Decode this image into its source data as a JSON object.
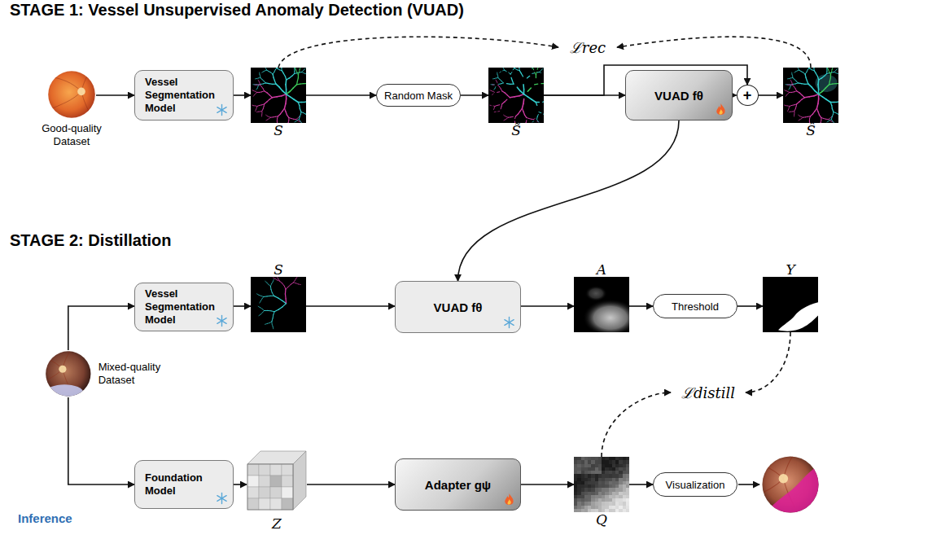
{
  "diagram": {
    "nodes": [
      {
        "text": [
          "STAGE 1: Vessel Unsupervised Anomaly Detection (VUAD)"
        ]
      },
      {
        "text": [
          "Good-quality Dataset"
        ],
        "in": 0
      },
      {
        "text": [
          "Vessel Segmentation Model"
        ],
        "in": 0
      },
      {
        "text": [
          "S"
        ],
        "in": 0
      },
      {
        "text": [
          "Random Mask"
        ],
        "in": 0
      },
      {
        "text": [
          "S̃"
        ],
        "in": 0
      },
      {
        "text": [
          "VUAD fθ"
        ],
        "in": 0
      },
      {
        "text": [
          "+"
        ],
        "in": 0
      },
      {
        "text": [
          "Ŝ"
        ],
        "in": 0
      },
      {
        "text": [
          "ℒrec"
        ],
        "in": 0
      },
      {
        "text": [
          "STAGE 2: Distillation"
        ]
      },
      {
        "text": [
          "Inference"
        ],
        "in": 10
      },
      {
        "text": [
          "Mixed-quality Dataset"
        ],
        "in": 11
      },
      {
        "text": [
          "Vessel Segmentation Model"
        ],
        "in": 10
      },
      {
        "text": [
          "S"
        ],
        "in": 10
      },
      {
        "text": [
          "VUAD fθ"
        ],
        "in": 10
      },
      {
        "text": [
          "A"
        ],
        "in": 10
      },
      {
        "text": [
          "Threshold"
        ],
        "in": 10
      },
      {
        "text": [
          "Y"
        ],
        "in": 10
      },
      {
        "text": [
          "ℒdistill"
        ],
        "in": 10
      },
      {
        "text": [
          "Foundation Model"
        ],
        "in": 11
      },
      {
        "text": [
          "Z"
        ],
        "in": 11
      },
      {
        "text": [
          "Adapter gψ"
        ],
        "in": 11
      },
      {
        "text": [
          "Q"
        ],
        "in": 11
      },
      {
        "text": [
          "Visualization"
        ],
        "in": 11
      }
    ],
    "edges": [
      {
        "from": 1,
        "to": 2,
        "arrow": "to"
      },
      {
        "from": 2,
        "to": 3,
        "arrow": "to"
      },
      {
        "from": 3,
        "to": 4,
        "arrow": "to"
      },
      {
        "from": 4,
        "to": 5,
        "arrow": "to"
      },
      {
        "from": 5,
        "to": 6,
        "arrow": "to"
      },
      {
        "from": 6,
        "to": 7,
        "arrow": "to"
      },
      {
        "from": 7,
        "to": 8,
        "arrow": "to"
      },
      {
        "from": 5,
        "to": 7,
        "arrow": "to"
      },
      {
        "from": 3,
        "to": 9,
        "arrow": "to"
      },
      {
        "from": 8,
        "to": 9,
        "arrow": "to"
      },
      {
        "from": 6,
        "to": 15,
        "arrow": "to"
      },
      {
        "from": 12,
        "to": 13,
        "arrow": "to"
      },
      {
        "from": 13,
        "to": 14,
        "arrow": "to"
      },
      {
        "from": 14,
        "to": 15,
        "arrow": "to"
      },
      {
        "from": 15,
        "to": 16,
        "arrow": "to"
      },
      {
        "from": 16,
        "to": 17,
        "arrow": "to"
      },
      {
        "from": 17,
        "to": 18,
        "arrow": "to"
      },
      {
        "from": 18,
        "to": 19,
        "arrow": "to"
      },
      {
        "from": 23,
        "to": 19,
        "arrow": "to"
      },
      {
        "from": 12,
        "to": 20,
        "arrow": "to"
      },
      {
        "from": 20,
        "to": 21,
        "arrow": "to"
      },
      {
        "from": 21,
        "to": 22,
        "arrow": "to"
      },
      {
        "from": 22,
        "to": 23,
        "arrow": "to"
      },
      {
        "from": 23,
        "to": 24,
        "arrow": "to"
      }
    ]
  }
}
